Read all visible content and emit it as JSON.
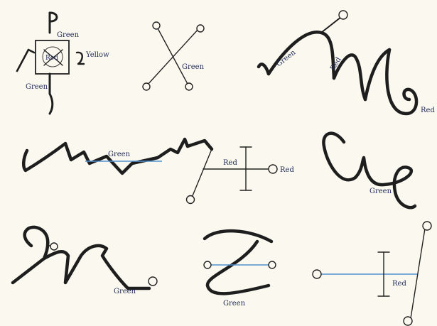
{
  "colors": {
    "background": "#fbf9ef",
    "ink": "#1e1e1e",
    "label": "#1f2a58",
    "accent_blue": "#4f8fd0",
    "accent_red": "#c7473c"
  },
  "labels": {
    "green": "Green",
    "yellow": "Yellow",
    "red": "Red",
    "red_box": "Red"
  }
}
